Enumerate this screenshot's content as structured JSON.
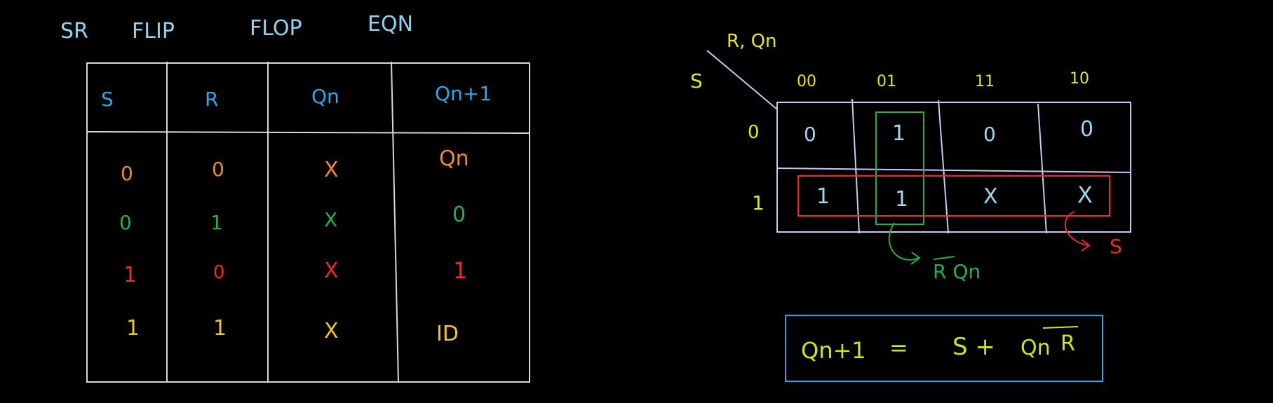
{
  "title": {
    "words": [
      "SR",
      "FLIP",
      "FLOP",
      "EQN"
    ],
    "color": "#8fd3f0"
  },
  "truth_table": {
    "headers": [
      "S",
      "R",
      "Qn",
      "Qn+1"
    ],
    "header_color": "#2ba6e8",
    "rows": [
      {
        "cells": [
          "0",
          "0",
          "X",
          "Qn"
        ],
        "color": "#f08a2c"
      },
      {
        "cells": [
          "0",
          "1",
          "X",
          "0"
        ],
        "color": "#22b14c"
      },
      {
        "cells": [
          "1",
          "0",
          "X",
          "1"
        ],
        "color": "#ee2a2a"
      },
      {
        "cells": [
          "1",
          "1",
          "X",
          "ID"
        ],
        "color": "#f7c516"
      }
    ]
  },
  "kmap": {
    "col_var": "R, Qn",
    "row_var": "S",
    "col_labels": [
      "00",
      "01",
      "11",
      "10"
    ],
    "row_labels": [
      "0",
      "1"
    ],
    "cells": [
      [
        "0",
        "1",
        "0",
        "0"
      ],
      [
        "1",
        "1",
        "X",
        "X"
      ]
    ],
    "label_color": "#e6e61e",
    "cell_color": "#9fd8ee",
    "groups": [
      {
        "term": "R Qn",
        "color": "#22b14c"
      },
      {
        "term": "S",
        "color": "#ee2a2a"
      }
    ]
  },
  "result": {
    "lhs": "Qn+1",
    "equals": "=",
    "rhs_s": "S +",
    "rhs_q": "Qn",
    "rhs_r": "R",
    "text_color": "#c8e61e",
    "border_color": "#2ba6e8"
  },
  "colors": {
    "background": "#000000",
    "grid_lines": "#d8d8d8",
    "diagonal": "#c8c8f0"
  }
}
